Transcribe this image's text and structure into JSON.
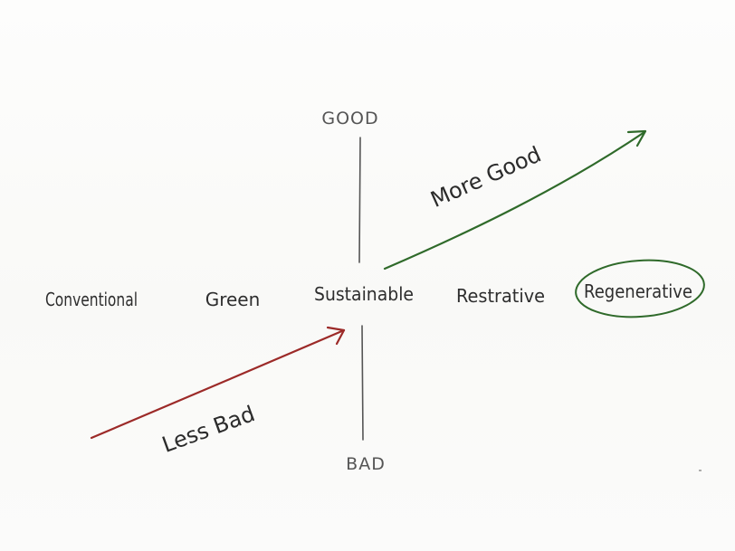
{
  "axis": {
    "top": "GOOD",
    "bottom": "BAD"
  },
  "stages": [
    "Conventional",
    "Green",
    "Sustainable",
    "Restrative",
    "Regenerative"
  ],
  "arrows": {
    "upper": "More Good",
    "lower": "Less Bad"
  },
  "colors": {
    "ink": "#2e2e2e",
    "axis": "#555555",
    "good": "#2f6a2a",
    "bad": "#9c2a28"
  }
}
